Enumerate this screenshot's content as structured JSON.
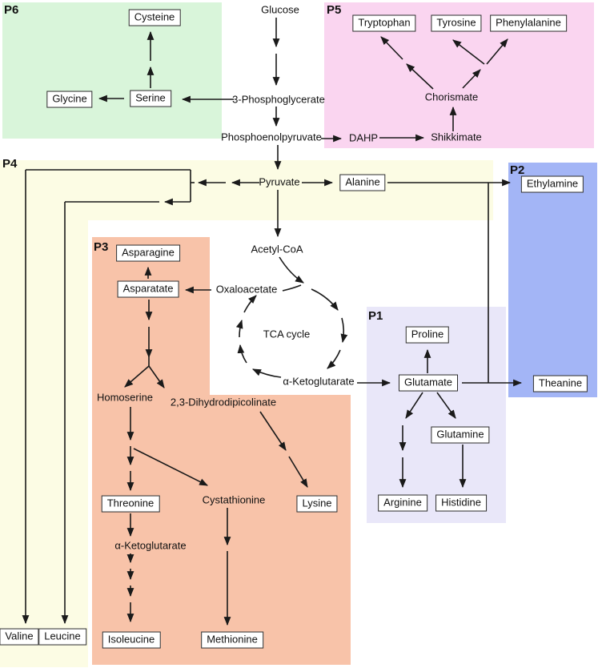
{
  "regions": {
    "p1": "P1",
    "p2": "P2",
    "p3": "P3",
    "p4": "P4",
    "p5": "P5",
    "p6": "P6"
  },
  "colors": {
    "p6_green": "#d9f5da",
    "p5_pink": "#fad5f0",
    "p4_yellow": "#fcfce4",
    "p3_orange": "#f8c3a9",
    "p2_blue": "#a3b5f6",
    "p1_lavender": "#e9e7f9",
    "line": "#1a1a1a",
    "box_border": "#2b2b2b",
    "box_fill": "#ffffff"
  },
  "nodes": {
    "glucose": "Glucose",
    "p3g": "3-Phosphoglycerate",
    "pep": "Phosphoenolpyruvate",
    "pyruvate": "Pyruvate",
    "acetylcoa": "Acetyl-CoA",
    "oxaloacetate": "Oxaloacetate",
    "tca": "TCA cycle",
    "akg_tca": "α-Ketoglutarate",
    "dahp": "DAHP",
    "shikkimate": "Shikkimate",
    "chorismate": "Chorismate",
    "tryptophan": "Tryptophan",
    "tyrosine": "Tyrosine",
    "phenylalanine": "Phenylalanine",
    "cysteine": "Cysteine",
    "serine": "Serine",
    "glycine": "Glycine",
    "alanine": "Alanine",
    "ethylamine": "Ethylamine",
    "theanine": "Theanine",
    "proline": "Proline",
    "glutamate": "Glutamate",
    "glutamine": "Glutamine",
    "arginine": "Arginine",
    "histidine": "Histidine",
    "asparagine": "Asparagine",
    "asparatate": "Asparatate",
    "homoserine": "Homoserine",
    "dihydrodipicolinate": "2,3-Dihydrodipicolinate",
    "threonine": "Threonine",
    "cystathionine": "Cystathionine",
    "lysine": "Lysine",
    "akg_thr": "α-Ketoglutarate",
    "isoleucine": "Isoleucine",
    "methionine": "Methionine",
    "valine": "Valine",
    "leucine": "Leucine"
  }
}
